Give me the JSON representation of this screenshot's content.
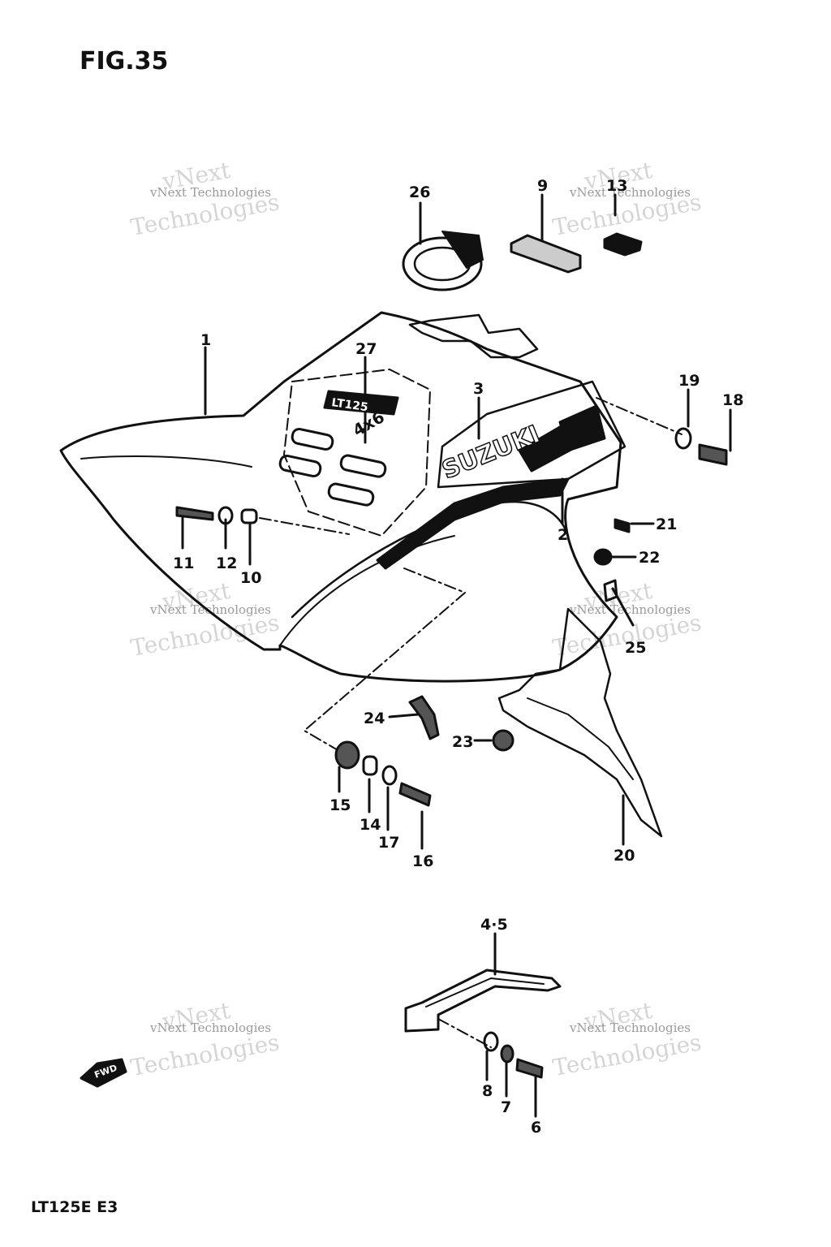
{
  "figure": {
    "title": "FIG.35",
    "model": "LT125E E3"
  },
  "watermark": {
    "line1": "vNext Technologies",
    "line2": "vNext",
    "line3": "Technologies"
  },
  "decal": {
    "brand": "SUZUKI",
    "model_badge": "LT125",
    "badge_sub": "4x6"
  },
  "fwd_arrow": "FWD",
  "parts": {
    "p1": "1",
    "p2": "2",
    "p3": "3",
    "p4_5": "4·5",
    "p6": "6",
    "p7": "7",
    "p8": "8",
    "p9": "9",
    "p10": "10",
    "p11": "11",
    "p12": "12",
    "p13": "13",
    "p14": "14",
    "p15": "15",
    "p16": "16",
    "p17": "17",
    "p18": "18",
    "p19": "19",
    "p20": "20",
    "p21": "21",
    "p22": "22",
    "p23": "23",
    "p24": "24",
    "p25": "25",
    "p26": "26",
    "p27": "27"
  }
}
